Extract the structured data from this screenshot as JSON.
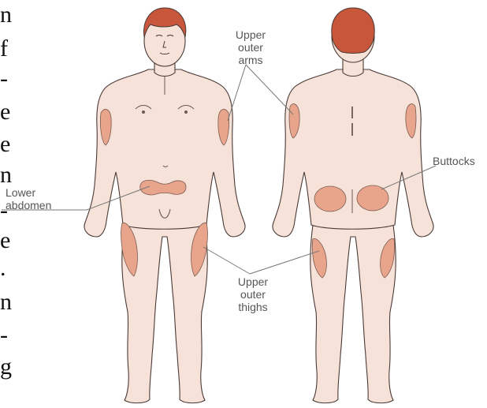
{
  "margin_text": [
    "n",
    "f",
    "-",
    "e",
    "e",
    "n",
    "-",
    "e",
    ".",
    "n",
    "-",
    "g"
  ],
  "labels": {
    "upper_outer_arms": "Upper\nouter\narms",
    "buttocks": "Buttocks",
    "lower_abdomen": "Lower\nabdomen",
    "upper_outer_thighs": "Upper\nouter\nthighs"
  },
  "colors": {
    "skin": "#f6e2d8",
    "outline": "#4a3a36",
    "hair": "#c8563b",
    "site": "#e9a58c",
    "site_outline": "#7a5a50",
    "leader": "#777777"
  }
}
